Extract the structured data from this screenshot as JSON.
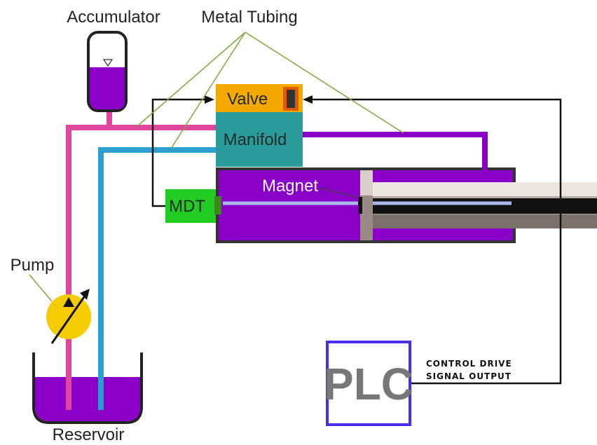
{
  "labels": {
    "accumulator": "Accumulator",
    "metal_tubing": "Metal Tubing",
    "valve": "Valve",
    "manifold": "Manifold",
    "magnet": "Magnet",
    "mdt": "MDT",
    "pump": "Pump",
    "reservoir": "Reservoir",
    "plc": "PLC",
    "control_line1": "CONTROL DRIVE",
    "control_line2": "SIGNAL OUTPUT"
  },
  "colors": {
    "pink_line": "#e0479c",
    "blue_line": "#2a9fd0",
    "purple_fluid": "#8a00c8",
    "teal_manifold": "#2a9b9b",
    "orange_valve": "#f5a800",
    "green_mdt": "#22cc22",
    "yellow_pump": "#f5cc00",
    "plc_border": "#4a2ee8",
    "tubing_leader": "#7aaa3a"
  },
  "icons": {
    "pump_symbol": "variable-displacement-pump-icon",
    "accumulator_level": "fluid-level-triangle-icon",
    "signal_arrow": "arrowhead-icon"
  }
}
